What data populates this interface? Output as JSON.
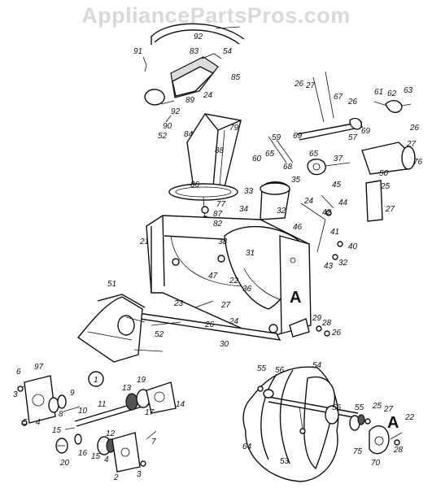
{
  "watermark": "AppliancePartsPros.com",
  "callouts": {
    "c92a": "92",
    "c91": "91",
    "c83": "83",
    "c54a": "54",
    "c85": "85",
    "c24a": "24",
    "c89": "89",
    "c92b": "92",
    "c90": "90",
    "c52a": "52",
    "c84": "84",
    "c79": "79",
    "c88": "88",
    "c86": "86",
    "c77": "77",
    "c87": "87",
    "c82": "82",
    "c26a": "26",
    "c27a": "27",
    "c67": "67",
    "c26b": "26",
    "c61": "61",
    "c62": "62",
    "c63": "63",
    "c69a": "69",
    "c57": "57",
    "c59": "59",
    "c69b": "69",
    "c65a": "65",
    "c60": "60",
    "c65b": "65",
    "c68": "68",
    "c37": "37",
    "c26c": "26",
    "c27b": "27",
    "c76": "76",
    "c50": "50",
    "c35": "35",
    "c45": "45",
    "c33": "33",
    "c34": "34",
    "c32a": "32",
    "c24b": "24",
    "c44": "44",
    "c42": "42",
    "c46": "46",
    "c25a": "25",
    "c27c": "27",
    "c41": "41",
    "c40": "40",
    "c43": "43",
    "c32b": "32",
    "c21": "21",
    "c38": "38",
    "c31": "31",
    "c47": "47",
    "c22a": "22",
    "c36": "36",
    "c51": "51",
    "c23": "23",
    "c27d": "27",
    "c26d": "26",
    "c24c": "24",
    "c52b": "52",
    "c30": "30",
    "c29": "29",
    "c28a": "28",
    "c26e": "26",
    "c6": "6",
    "c97": "97",
    "c3a": "3",
    "c5": "5",
    "c4a": "4",
    "c15a": "15",
    "c8": "8",
    "c9": "9",
    "c10": "10",
    "c11": "11",
    "c13": "13",
    "c19": "19",
    "c17": "17",
    "c14": "14",
    "c12": "12",
    "c16": "16",
    "c20": "20",
    "c15b": "15",
    "c4b": "4",
    "c2": "2",
    "c3b": "3",
    "c7": "7",
    "c1": "1",
    "c55a": "55",
    "c56a": "56",
    "c54b": "54",
    "c56b": "56",
    "c55b": "55",
    "c25b": "25",
    "c27e": "27",
    "c22b": "22",
    "c64": "64",
    "c53": "53",
    "c75": "75",
    "c70": "70",
    "c28b": "28",
    "refA1": "A",
    "refA2": "A"
  }
}
